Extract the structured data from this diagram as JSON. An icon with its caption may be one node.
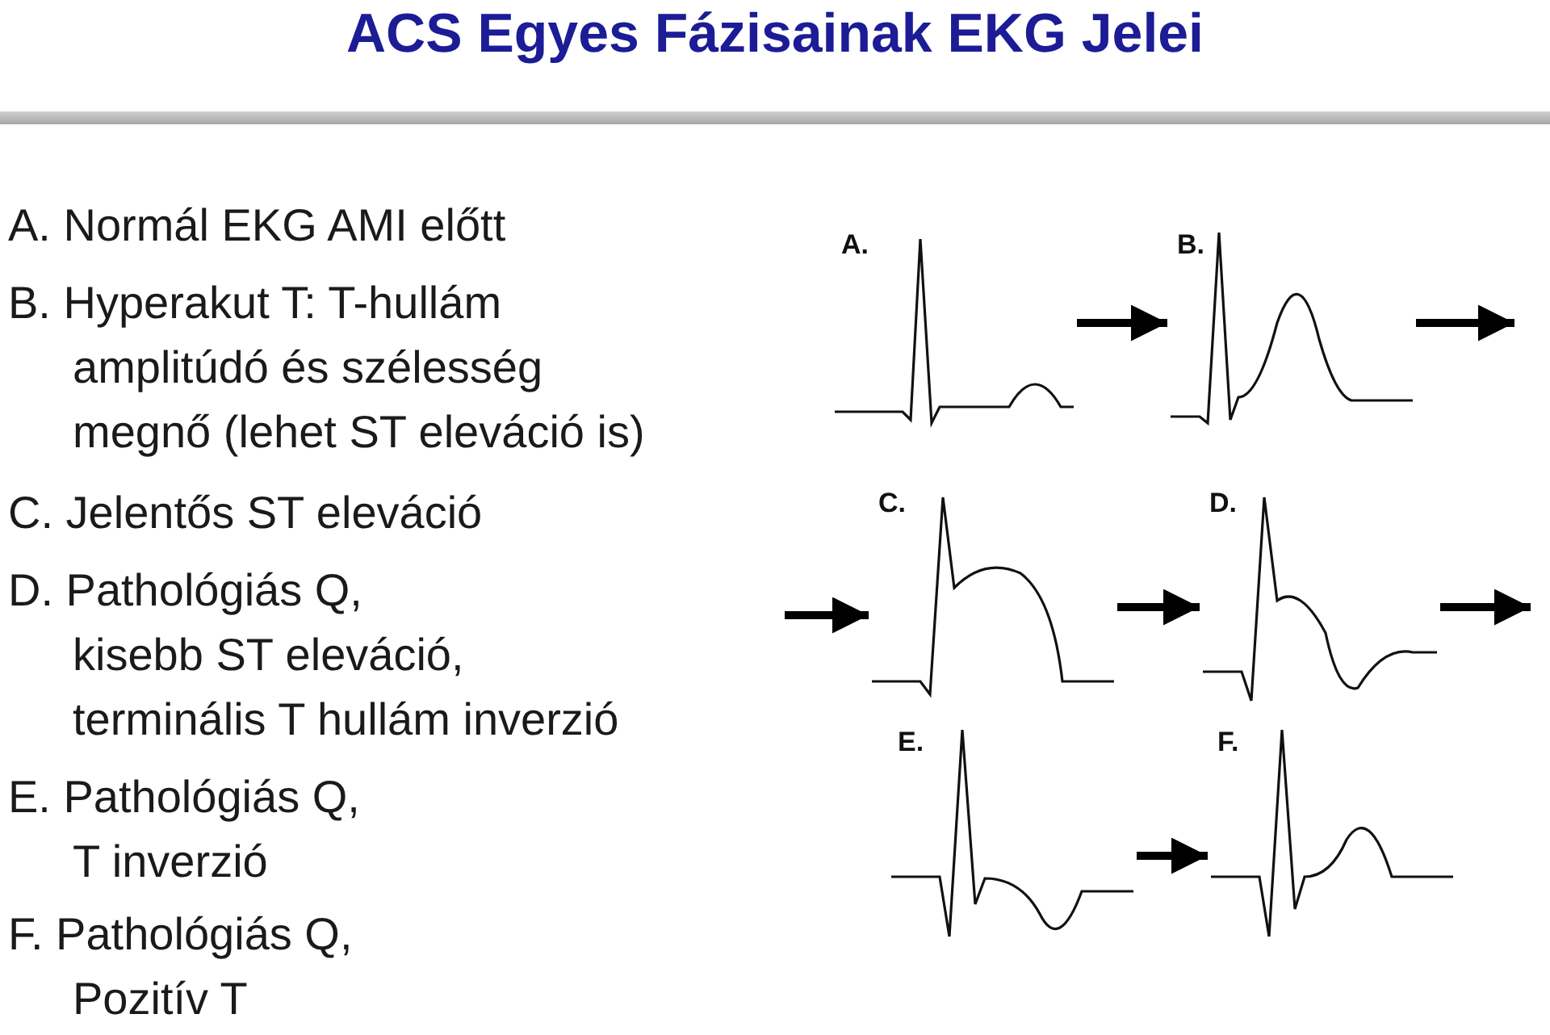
{
  "diagram": {
    "title": "ACS Egyes Fázisainak EKG Jelei",
    "nodes": [
      {
        "text": [
          "A."
        ]
      },
      {
        "text": [
          "B."
        ]
      },
      {
        "text": [
          "C."
        ]
      },
      {
        "text": [
          "D."
        ]
      },
      {
        "text": [
          "E."
        ]
      },
      {
        "text": [
          "F."
        ]
      }
    ],
    "edges": [
      {
        "from": 0,
        "to": 1,
        "arrow": "to"
      },
      {
        "from": 1,
        "to": null,
        "arrow": "to"
      },
      {
        "from": null,
        "to": 2,
        "arrow": "to"
      },
      {
        "from": 2,
        "to": 3,
        "arrow": "to"
      },
      {
        "from": 3,
        "to": null,
        "arrow": "to"
      },
      {
        "from": 4,
        "to": 5,
        "arrow": "to"
      }
    ],
    "labels": [
      "A. Normál EKG AMI előtt",
      "B. Hyperakut T: T-hullám",
      "amplitúdó és szélesség",
      "megnő (lehet ST eleváció is)",
      "C. Jelentős ST eleváció",
      "D. Pathológiás Q,",
      "kisebb ST eleváció,",
      "terminális T hullám inverzió",
      "E. Pathológiás Q,",
      "T inverzió",
      "F. Pathológiás Q,",
      "Pozitív T"
    ]
  }
}
